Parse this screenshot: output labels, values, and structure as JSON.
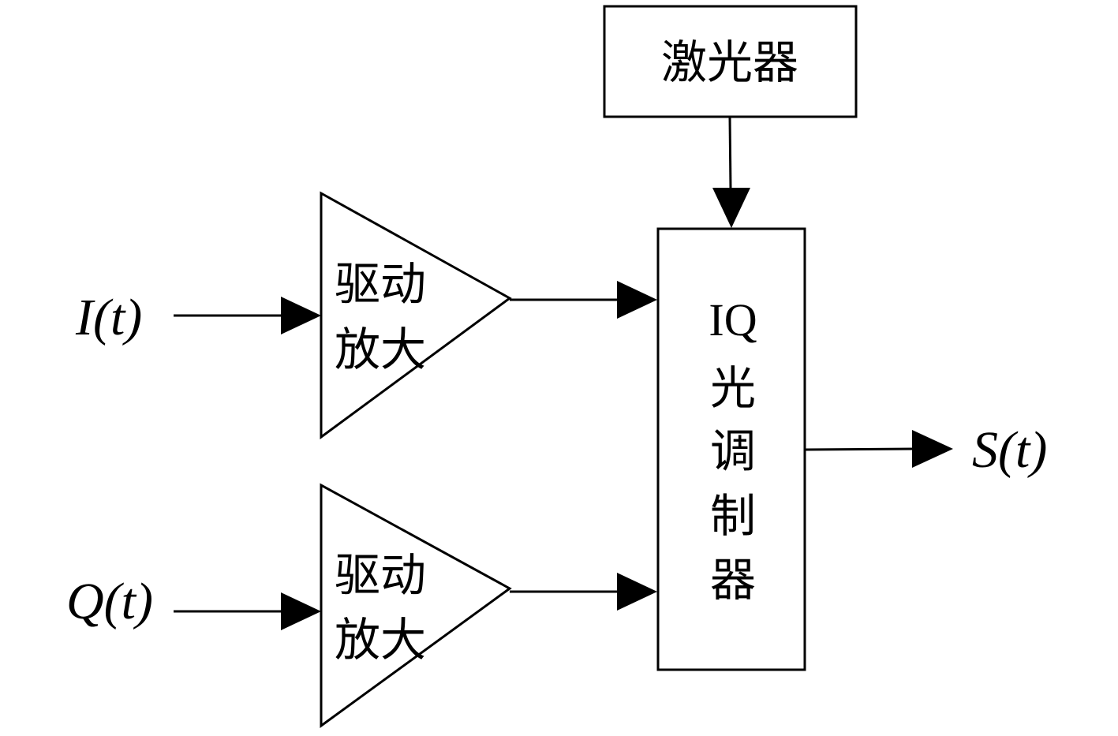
{
  "diagram": {
    "laser": {
      "label": "激光器"
    },
    "driver_amp_top": {
      "line1": "驱动",
      "line2": "放大"
    },
    "driver_amp_bottom": {
      "line1": "驱动",
      "line2": "放大"
    },
    "iq_modulator": {
      "line1": "IQ",
      "line2": "光",
      "line3": "调",
      "line4": "制",
      "line5": "器"
    },
    "inputs": {
      "i_signal": "I(t)",
      "q_signal": "Q(t)"
    },
    "output": {
      "s_signal": "S(t)"
    }
  }
}
